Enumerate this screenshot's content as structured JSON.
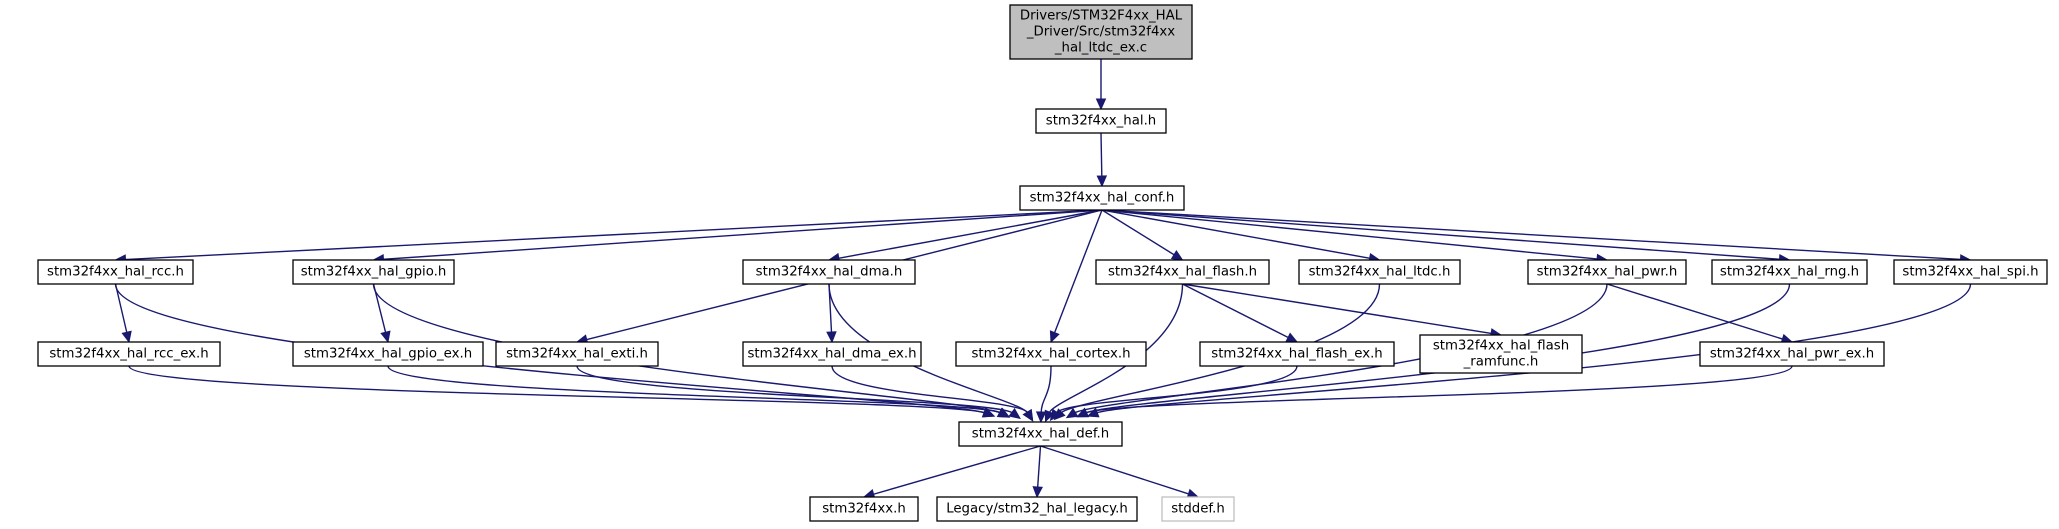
{
  "graph": {
    "colors": {
      "edge": "#191970",
      "node_border": "#000000",
      "root_fill": "#bfbfbf",
      "external_border": "#bfbfbf"
    },
    "nodes": [
      {
        "id": "root",
        "lines": [
          "Drivers/STM32F4xx_HAL",
          "_Driver/Src/stm32f4xx",
          "_hal_ltdc_ex.c"
        ],
        "style": "root"
      },
      {
        "id": "hal",
        "lines": [
          "stm32f4xx_hal.h"
        ]
      },
      {
        "id": "conf",
        "lines": [
          "stm32f4xx_hal_conf.h"
        ]
      },
      {
        "id": "rcc",
        "lines": [
          "stm32f4xx_hal_rcc.h"
        ]
      },
      {
        "id": "gpio",
        "lines": [
          "stm32f4xx_hal_gpio.h"
        ]
      },
      {
        "id": "dma",
        "lines": [
          "stm32f4xx_hal_dma.h"
        ]
      },
      {
        "id": "flash",
        "lines": [
          "stm32f4xx_hal_flash.h"
        ]
      },
      {
        "id": "ltdc",
        "lines": [
          "stm32f4xx_hal_ltdc.h"
        ]
      },
      {
        "id": "pwr",
        "lines": [
          "stm32f4xx_hal_pwr.h"
        ]
      },
      {
        "id": "rng",
        "lines": [
          "stm32f4xx_hal_rng.h"
        ]
      },
      {
        "id": "spi",
        "lines": [
          "stm32f4xx_hal_spi.h"
        ]
      },
      {
        "id": "rcc_ex",
        "lines": [
          "stm32f4xx_hal_rcc_ex.h"
        ]
      },
      {
        "id": "gpio_ex",
        "lines": [
          "stm32f4xx_hal_gpio_ex.h"
        ]
      },
      {
        "id": "exti",
        "lines": [
          "stm32f4xx_hal_exti.h"
        ]
      },
      {
        "id": "dma_ex",
        "lines": [
          "stm32f4xx_hal_dma_ex.h"
        ]
      },
      {
        "id": "cortex",
        "lines": [
          "stm32f4xx_hal_cortex.h"
        ]
      },
      {
        "id": "flash_ex",
        "lines": [
          "stm32f4xx_hal_flash_ex.h"
        ]
      },
      {
        "id": "flash_ramfunc",
        "lines": [
          "stm32f4xx_hal_flash",
          "_ramfunc.h"
        ]
      },
      {
        "id": "pwr_ex",
        "lines": [
          "stm32f4xx_hal_pwr_ex.h"
        ]
      },
      {
        "id": "def",
        "lines": [
          "stm32f4xx_hal_def.h"
        ]
      },
      {
        "id": "f4xx",
        "lines": [
          "stm32f4xx.h"
        ]
      },
      {
        "id": "legacy",
        "lines": [
          "Legacy/stm32_hal_legacy.h"
        ]
      },
      {
        "id": "stddef",
        "lines": [
          "stddef.h"
        ],
        "style": "ext"
      }
    ],
    "edges": [
      {
        "from": "root",
        "to": "hal"
      },
      {
        "from": "hal",
        "to": "conf"
      },
      {
        "from": "conf",
        "to": "rcc"
      },
      {
        "from": "conf",
        "to": "gpio"
      },
      {
        "from": "conf",
        "to": "exti"
      },
      {
        "from": "conf",
        "to": "dma"
      },
      {
        "from": "conf",
        "to": "cortex"
      },
      {
        "from": "conf",
        "to": "flash"
      },
      {
        "from": "conf",
        "to": "ltdc"
      },
      {
        "from": "conf",
        "to": "pwr"
      },
      {
        "from": "conf",
        "to": "rng"
      },
      {
        "from": "conf",
        "to": "spi"
      },
      {
        "from": "rcc",
        "to": "rcc_ex"
      },
      {
        "from": "rcc",
        "to": "def"
      },
      {
        "from": "gpio",
        "to": "gpio_ex"
      },
      {
        "from": "gpio",
        "to": "def"
      },
      {
        "from": "dma",
        "to": "dma_ex"
      },
      {
        "from": "dma",
        "to": "def"
      },
      {
        "from": "flash",
        "to": "flash_ex"
      },
      {
        "from": "flash",
        "to": "flash_ramfunc"
      },
      {
        "from": "flash",
        "to": "def"
      },
      {
        "from": "ltdc",
        "to": "def"
      },
      {
        "from": "pwr",
        "to": "pwr_ex"
      },
      {
        "from": "pwr",
        "to": "def"
      },
      {
        "from": "rng",
        "to": "def"
      },
      {
        "from": "spi",
        "to": "def"
      },
      {
        "from": "rcc_ex",
        "to": "def"
      },
      {
        "from": "gpio_ex",
        "to": "def"
      },
      {
        "from": "exti",
        "to": "def"
      },
      {
        "from": "dma_ex",
        "to": "def"
      },
      {
        "from": "cortex",
        "to": "def"
      },
      {
        "from": "flash_ex",
        "to": "def"
      },
      {
        "from": "pwr_ex",
        "to": "def"
      },
      {
        "from": "def",
        "to": "f4xx"
      },
      {
        "from": "def",
        "to": "legacy"
      },
      {
        "from": "def",
        "to": "stddef"
      }
    ]
  }
}
